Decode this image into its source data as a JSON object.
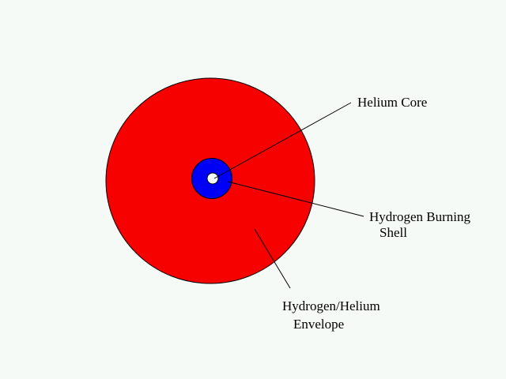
{
  "labels": {
    "helium_core": "Helium Core",
    "shell_line1": "Hydrogen Burning",
    "shell_line2": "Shell",
    "envelope_line1": "Hydrogen/Helium",
    "envelope_line2": "Envelope"
  },
  "colors": {
    "envelope": "#f60000",
    "shell": "#0000f6",
    "core": "#f6faf6",
    "background": "#f6faf6"
  }
}
